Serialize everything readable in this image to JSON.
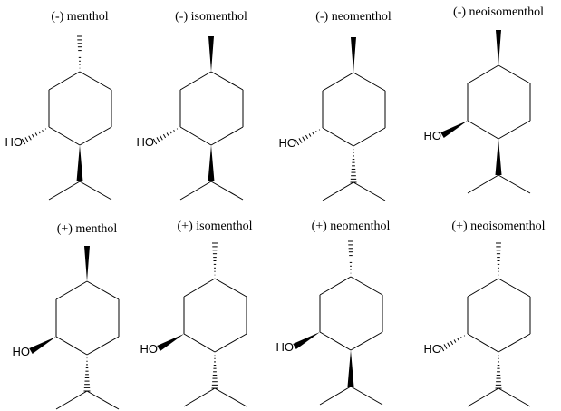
{
  "figure": {
    "description": "Stereoisomers of menthol",
    "atom_label": "HO",
    "molecules": [
      {
        "name": "(-) menthol",
        "methyl": "hash",
        "hydroxyl": "hash",
        "isopropyl": "wedge"
      },
      {
        "name": "(-) isomenthol",
        "methyl": "wedge",
        "hydroxyl": "hash",
        "isopropyl": "wedge"
      },
      {
        "name": "(-) neomenthol",
        "methyl": "wedge",
        "hydroxyl": "hash",
        "isopropyl": "hash"
      },
      {
        "name": "(-) neoisomenthol",
        "methyl": "wedge",
        "hydroxyl": "wedge",
        "isopropyl": "wedge"
      },
      {
        "name": "(+) menthol",
        "methyl": "wedge",
        "hydroxyl": "wedge",
        "isopropyl": "hash"
      },
      {
        "name": "(+) isomenthol",
        "methyl": "hash",
        "hydroxyl": "wedge",
        "isopropyl": "hash"
      },
      {
        "name": "(+) neomenthol",
        "methyl": "hash",
        "hydroxyl": "wedge",
        "isopropyl": "wedge"
      },
      {
        "name": "(+) neoisomenthol",
        "methyl": "hash",
        "hydroxyl": "hash",
        "isopropyl": "hash"
      }
    ]
  }
}
